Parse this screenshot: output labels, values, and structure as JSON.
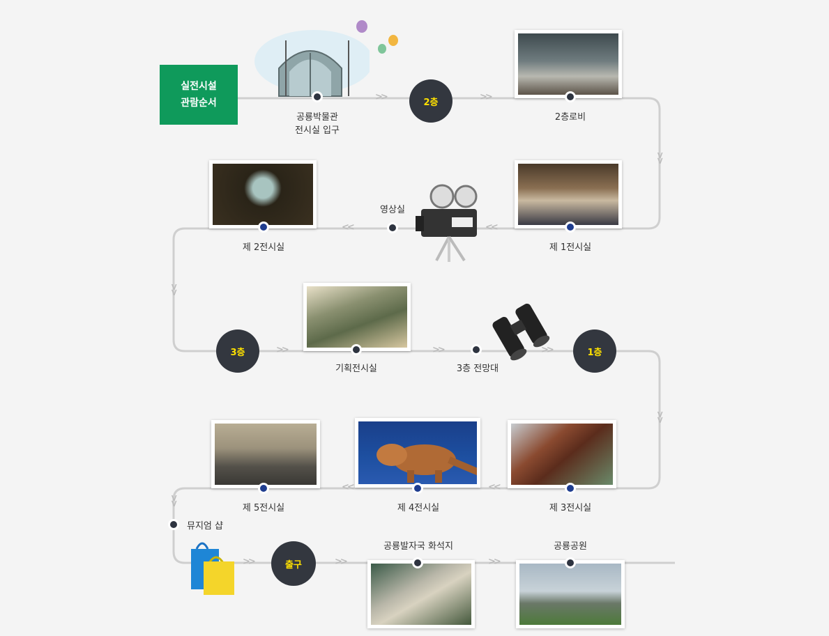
{
  "title": {
    "line1": "실전시설",
    "line2": "관람순서"
  },
  "floors": {
    "f2": "2층",
    "f3": "3층",
    "f1": "1층",
    "exit": "출구"
  },
  "stops": {
    "entrance_line1": "공룡박물관",
    "entrance_line2": "전시실 입구",
    "lobby2": "2층로비",
    "hall1": "제 1전시실",
    "video": "영상실",
    "hall2": "제 2전시실",
    "special": "기획전시실",
    "observatory": "3층 전망대",
    "hall3": "제 3전시실",
    "hall4": "제 4전시실",
    "hall5": "제 5전시실",
    "shop": "뮤지엄 샵",
    "fossil_site": "공룡발자국 화석지",
    "park": "공룡공원"
  },
  "colors": {
    "accent_green": "#0f9a5b",
    "floor_circle": "#33373f",
    "floor_text": "#ffe100",
    "track": "#cccccc",
    "dot_blue": "#1f3d8f"
  },
  "icons": [
    "museum-building-icon",
    "balloon-icon",
    "film-projector-icon",
    "binoculars-icon",
    "shopping-bag-icon"
  ]
}
